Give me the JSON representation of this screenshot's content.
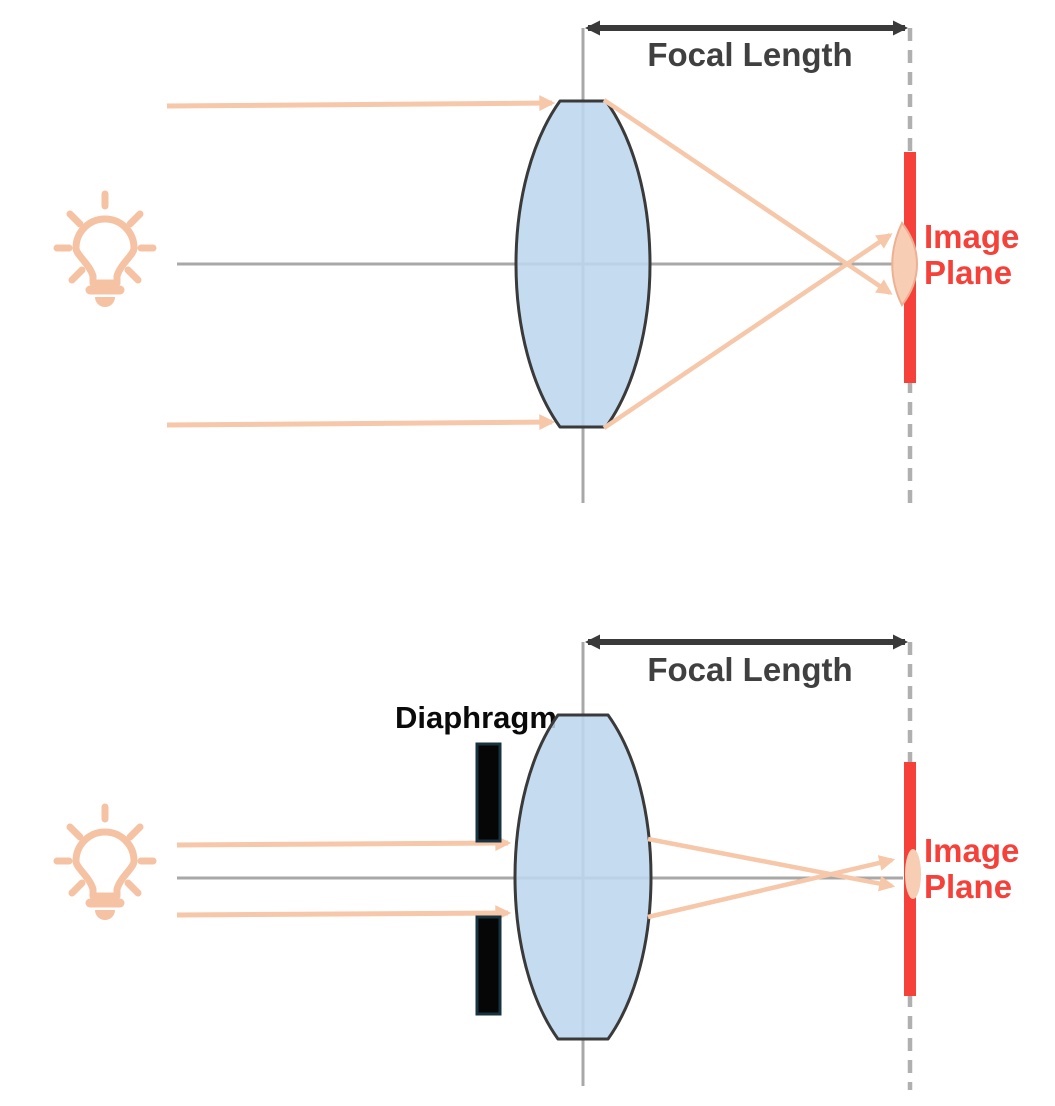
{
  "diagram": {
    "description_domain": "lens focal length optics diagram",
    "colors": {
      "background": "#FFFFFF",
      "ray_peach": "#F6C7A8",
      "bulb_peach": "#F5C3A3",
      "lens_fill": "#BDD7EE",
      "lens_stroke": "#3A3A3A",
      "axis_gray": "#A8A8A8",
      "dashed_gray": "#B0B0B0",
      "measure_dark": "#3A3A3A",
      "label_dark": "#404040",
      "image_plane_red": "#F5413A",
      "focus_glow_fill": "#F7CDB4",
      "focus_glow_stroke": "#EDB092",
      "diaphragm_fill": "#060606",
      "diaphragm_stroke": "#17333F",
      "diaphragm_label_black": "#0A0A0A"
    },
    "panels": [
      {
        "id": "lens-only",
        "light_source_icon": "light-bulb-icon",
        "focal_length_label": "Focal Length",
        "image_plane_label": [
          "Image",
          "Plane"
        ]
      },
      {
        "id": "lens-with-diaphragm",
        "light_source_icon": "light-bulb-icon",
        "focal_length_label": "Focal Length",
        "diaphragm_label": "Diaphragm",
        "image_plane_label": [
          "Image",
          "Plane"
        ]
      }
    ]
  }
}
